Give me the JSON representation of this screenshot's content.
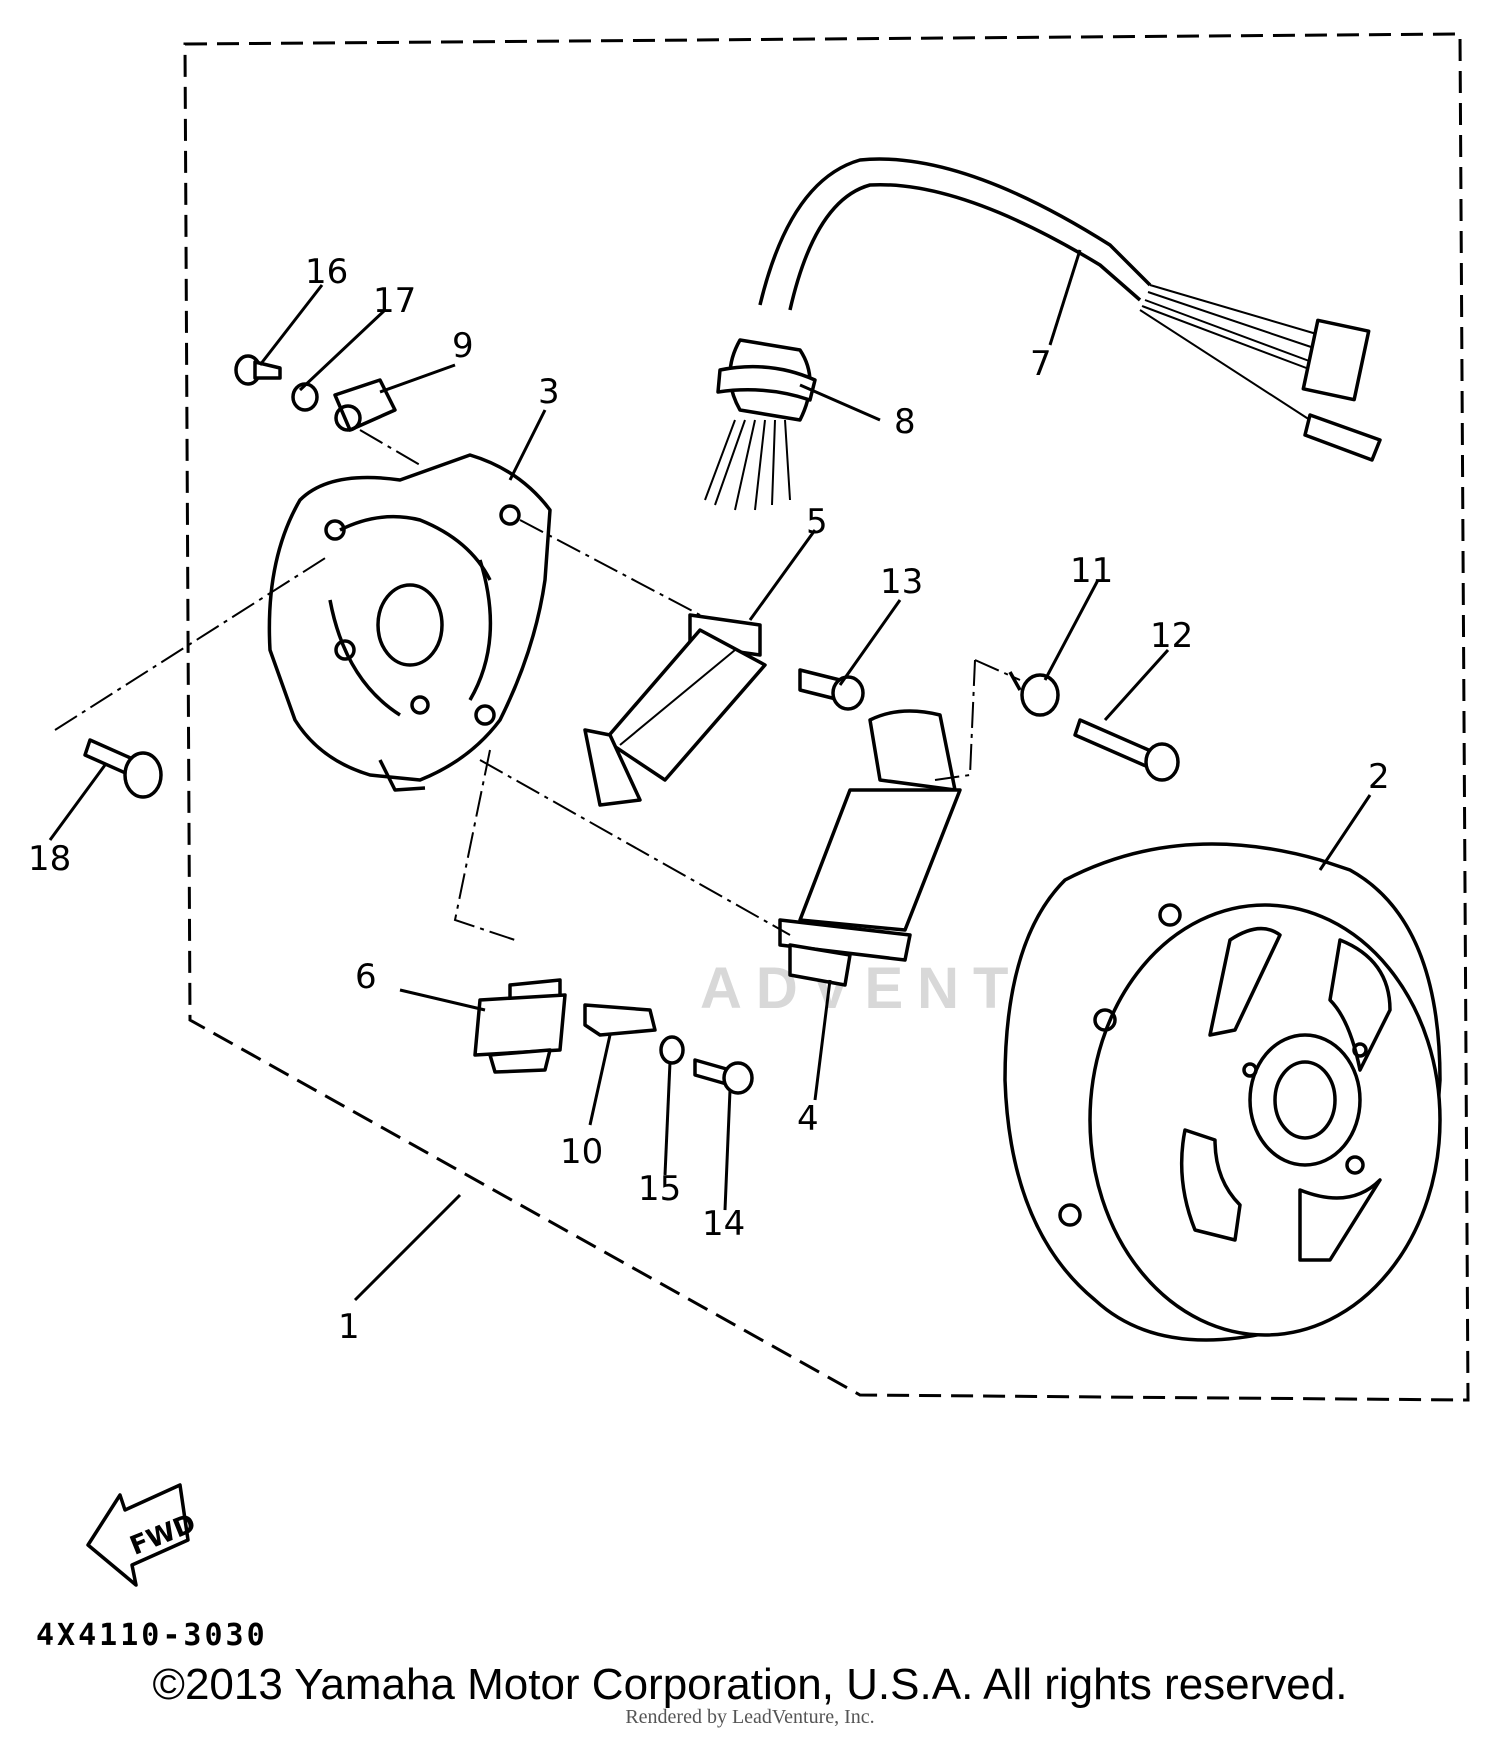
{
  "diagram": {
    "callouts": [
      "1",
      "2",
      "3",
      "4",
      "5",
      "6",
      "7",
      "8",
      "9",
      "10",
      "11",
      "12",
      "13",
      "14",
      "15",
      "16",
      "17",
      "18"
    ],
    "fwd_label": "FWD",
    "part_code": "4X4110-3030"
  },
  "footer": {
    "copyright": "©2013 Yamaha Motor Corporation, U.S.A. All rights reserved.",
    "rendered_by": "Rendered by LeadVenture, Inc."
  },
  "watermark": {
    "text": "ADVENTURE"
  }
}
